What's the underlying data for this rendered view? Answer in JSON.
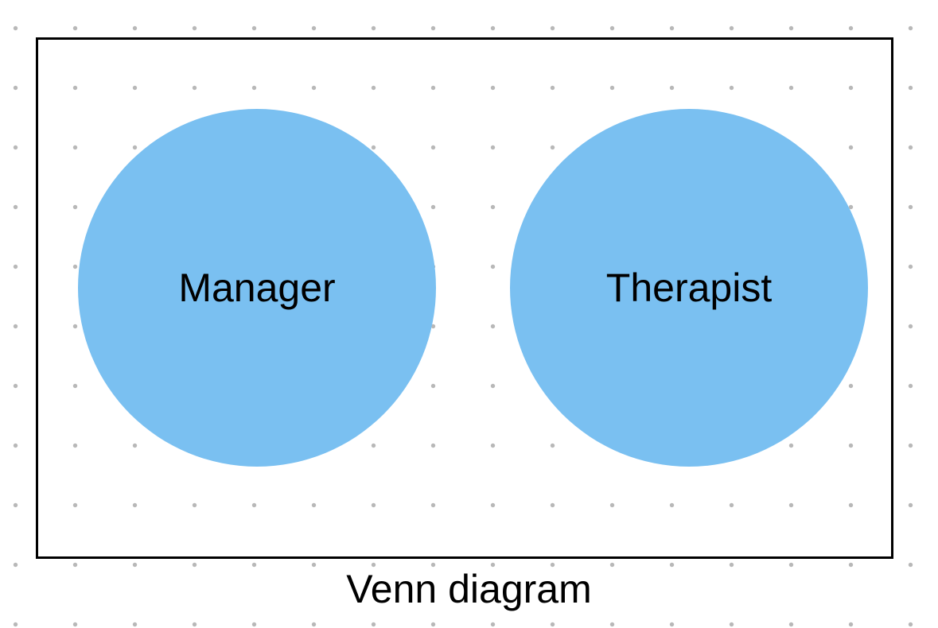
{
  "diagram": {
    "caption": "Venn diagram",
    "circle_color": "#7ac0f1",
    "frame_color": "#000000",
    "grid_dot_color": "#b8b8b8",
    "sets": [
      {
        "label": "Manager"
      },
      {
        "label": "Therapist"
      }
    ]
  }
}
